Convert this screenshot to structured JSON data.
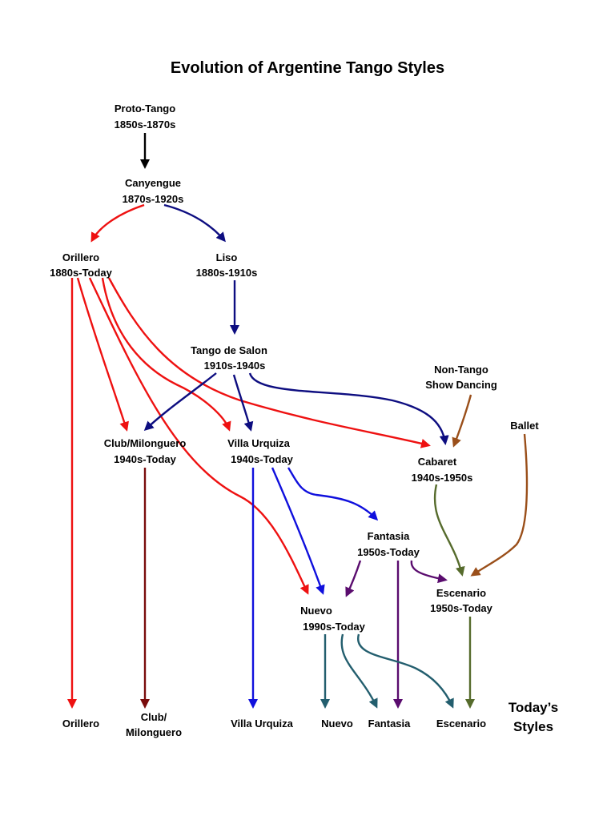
{
  "title": "Evolution of Argentine Tango Styles",
  "colors": {
    "black": "#000000",
    "red": "#ee1111",
    "navy": "#0d0d80",
    "blue": "#1010dd",
    "maroon": "#7a0c0c",
    "purple": "#5a0c6e",
    "teal": "#235e6e",
    "olive": "#566b2c",
    "brown": "#9a4f1a"
  },
  "nodes": {
    "proto_tango": {
      "line1": "Proto-Tango",
      "line2": "1850s-1870s"
    },
    "canyengue": {
      "line1": "Canyengue",
      "line2": "1870s-1920s"
    },
    "orillero": {
      "line1": "Orillero",
      "line2": "1880s-Today"
    },
    "liso": {
      "line1": "Liso",
      "line2": "1880s-1910s"
    },
    "tango_de_salon": {
      "line1": "Tango de Salon",
      "line2": "1910s-1940s"
    },
    "non_tango": {
      "line1": "Non-Tango",
      "line2": "Show Dancing"
    },
    "ballet": {
      "line1": "Ballet"
    },
    "club_milonguero": {
      "line1": "Club/Milonguero",
      "line2": "1940s-Today"
    },
    "villa_urquiza": {
      "line1": "Villa Urquiza",
      "line2": "1940s-Today"
    },
    "cabaret": {
      "line1": "Cabaret",
      "line2": "1940s-1950s"
    },
    "fantasia": {
      "line1": "Fantasia",
      "line2": "1950s-Today"
    },
    "nuevo": {
      "line1": "Nuevo",
      "line2": "1990s-Today"
    },
    "escenario": {
      "line1": "Escenario",
      "line2": "1950s-Today"
    }
  },
  "today": {
    "orillero": "Orillero",
    "club_line1": "Club/",
    "club_line2": "Milonguero",
    "villa_urquiza": "Villa Urquiza",
    "nuevo": "Nuevo",
    "fantasia": "Fantasia",
    "escenario": "Escenario",
    "heading_line1": "Today’s",
    "heading_line2": "Styles"
  }
}
